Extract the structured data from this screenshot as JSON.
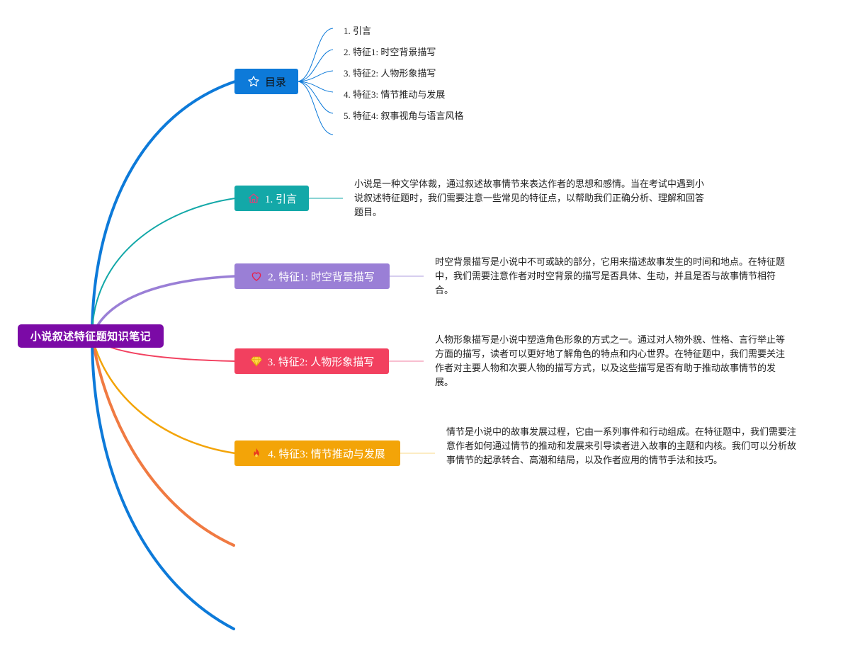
{
  "root": {
    "title": "小说叙述特征题知识笔记",
    "color": "#7b0aa6"
  },
  "toc": {
    "label": "目录",
    "icon": "star-icon",
    "color": "#0d7ad9",
    "items": [
      "1. 引言",
      "2. 特征1: 时空背景描写",
      "3. 特征2: 人物形象描写",
      "4. 特征3: 情节推动与发展",
      "5. 特征4: 叙事视角与语言风格"
    ]
  },
  "branches": [
    {
      "label": "1. 引言",
      "icon": "home-icon",
      "color": "#13a8a8",
      "description": "小说是一种文学体裁，通过叙述故事情节来表达作者的思想和感情。当在考试中遇到小说叙述特征题时，我们需要注意一些常见的特征点，以帮助我们正确分析、理解和回答题目。"
    },
    {
      "label": "2. 特征1: 时空背景描写",
      "icon": "heart-icon",
      "color": "#9a7fd6",
      "description": "时空背景描写是小说中不可或缺的部分，它用来描述故事发生的时间和地点。在特征题中，我们需要注意作者对时空背景的描写是否具体、生动，并且是否与故事情节相符合。"
    },
    {
      "label": "3. 特征2: 人物形象描写",
      "icon": "diamond-icon",
      "color": "#f2405f",
      "description": "人物形象描写是小说中塑造角色形象的方式之一。通过对人物外貌、性格、言行举止等方面的描写，读者可以更好地了解角色的特点和内心世界。在特征题中，我们需要关注作者对主要人物和次要人物的描写方式，以及这些描写是否有助于推动故事情节的发展。"
    },
    {
      "label": "4. 特征3: 情节推动与发展",
      "icon": "fire-icon",
      "color": "#f3a408",
      "description": "情节是小说中的故事发展过程，它由一系列事件和行动组成。在特征题中，我们需要注意作者如何通过情节的推动和发展来引导读者进入故事的主题和内核。我们可以分析故事情节的起承转合、高潮和结局，以及作者应用的情节手法和技巧。"
    }
  ],
  "extra_branch_colors": [
    "#f07a42",
    "#0d7ad9"
  ]
}
